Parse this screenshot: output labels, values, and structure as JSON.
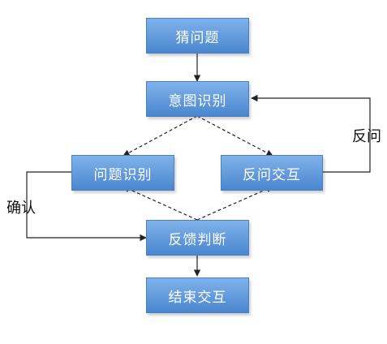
{
  "nodes": {
    "guess": "猜问题",
    "intent": "意图识别",
    "problem": "问题识别",
    "ask_back": "反问交互",
    "feedback": "反馈判断",
    "end": "结束交互"
  },
  "edge_labels": {
    "ask_back": "反问",
    "confirm": "确认"
  },
  "colors": {
    "box_top": "#7fb2ea",
    "box_bottom": "#4a86cf",
    "line": "#222222"
  }
}
